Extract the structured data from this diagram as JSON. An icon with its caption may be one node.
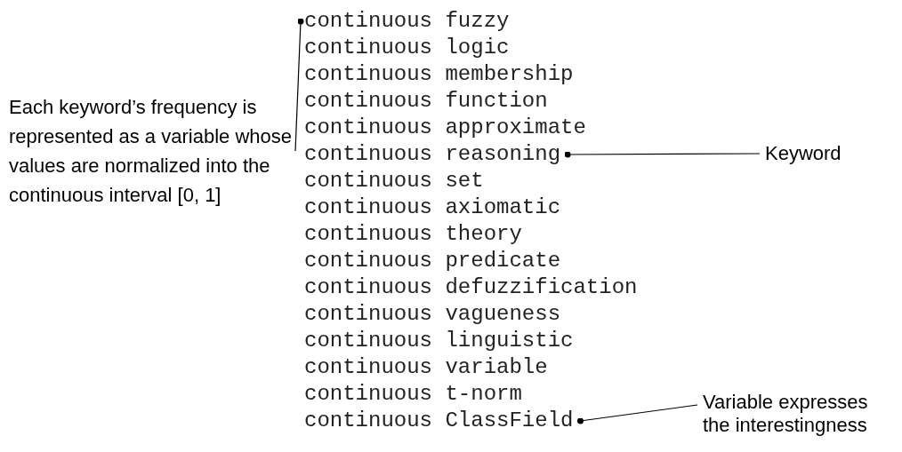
{
  "diagram": {
    "nodes": [
      {
        "text": [
          "continuous fuzzy"
        ]
      },
      {
        "text": [
          "Each keyword’s frequency is represented as a variable whose values are normalized into the continuous interval [0, 1]"
        ]
      },
      {
        "text": [
          "continuous reasoning"
        ]
      },
      {
        "text": [
          "Keyword"
        ]
      },
      {
        "text": [
          "continuous ClassField"
        ]
      },
      {
        "text": [
          "Variable expresses the interestingness"
        ]
      }
    ],
    "edges": [
      {
        "from": 1,
        "to": 0,
        "arrow": "other"
      },
      {
        "from": 3,
        "to": 2,
        "arrow": "other"
      },
      {
        "from": 5,
        "to": 4,
        "arrow": "other"
      }
    ],
    "labels": [
      "continuous logic",
      "continuous membership",
      "continuous function",
      "continuous approximate",
      "continuous set",
      "continuous axiomatic",
      "continuous theory",
      "continuous predicate",
      "continuous defuzzification",
      "continuous vagueness",
      "continuous linguistic",
      "continuous variable",
      "continuous t-norm"
    ]
  }
}
